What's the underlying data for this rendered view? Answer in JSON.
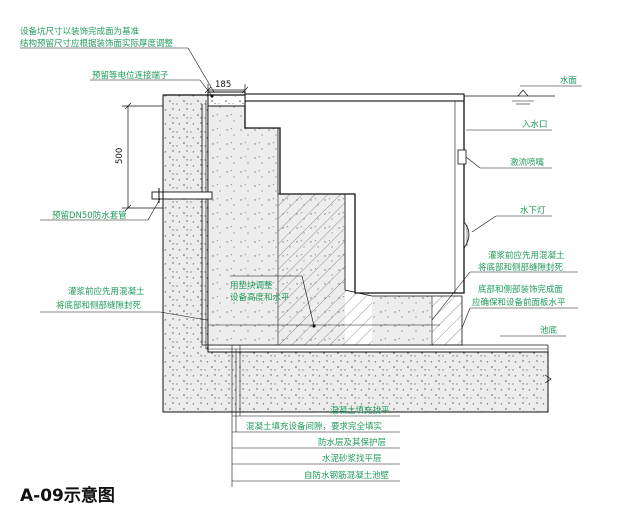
{
  "title": "A-09示意图",
  "top_notes": [
    "设备坑尺寸以装饰完成面为基准",
    "结构预留尺寸应根据装饰面实际厚度调整"
  ],
  "left_labels": {
    "terminal": "预留等电位连接端子",
    "sleeve": "预留DN50防水套管",
    "grout_left_1": "灌浆前应先用混凝土",
    "grout_left_2": "将底部和侧部缝隙封死"
  },
  "dimensions": {
    "top": "185",
    "side": "500"
  },
  "right_labels": {
    "water_surface": "水面",
    "inlet": "入水口",
    "jet": "激流喷嘴",
    "light": "水下灯",
    "grout_right_1": "灌浆前应先用混凝土",
    "grout_right_2": "将底部和侧部缝隙封死",
    "finish_1": "底部和侧部装饰完成面",
    "finish_2": "应确保和设备前面板水平",
    "pool_bottom": "池底"
  },
  "center_labels": {
    "shim_1": "用垫块调整",
    "shim_2": "设备高度和水平"
  },
  "layers": [
    "混凝土填充找平",
    "混凝土填充设备间隙，要求完全填实",
    "防水层及其保护层",
    "水泥砂浆找平层",
    "自防水钢筋混凝土池壁"
  ]
}
